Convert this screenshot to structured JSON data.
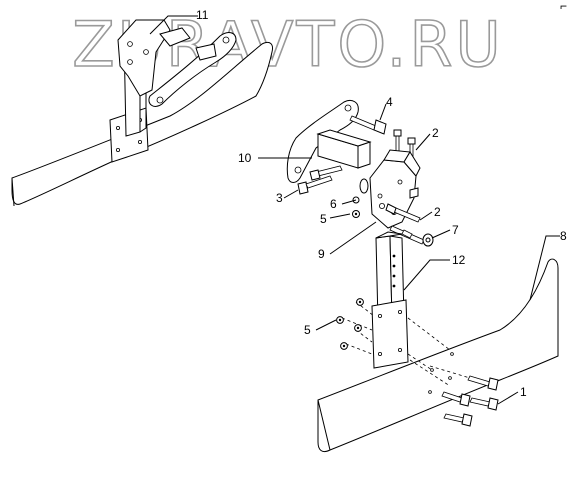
{
  "watermark": {
    "text": "ZURAVTO.RU",
    "color": "#9a9a9a"
  },
  "corner_mark": "⌐",
  "callouts": [
    {
      "id": "c11",
      "label": "11"
    },
    {
      "id": "c4",
      "label": "4"
    },
    {
      "id": "c10",
      "label": "10"
    },
    {
      "id": "c2a",
      "label": "2"
    },
    {
      "id": "c3",
      "label": "3"
    },
    {
      "id": "c6",
      "label": "6"
    },
    {
      "id": "c5a",
      "label": "5"
    },
    {
      "id": "c2b",
      "label": "2"
    },
    {
      "id": "c7",
      "label": "7"
    },
    {
      "id": "c9",
      "label": "9"
    },
    {
      "id": "c8",
      "label": "8"
    },
    {
      "id": "c12",
      "label": "12"
    },
    {
      "id": "c5b",
      "label": "5"
    },
    {
      "id": "c1",
      "label": "1"
    }
  ]
}
